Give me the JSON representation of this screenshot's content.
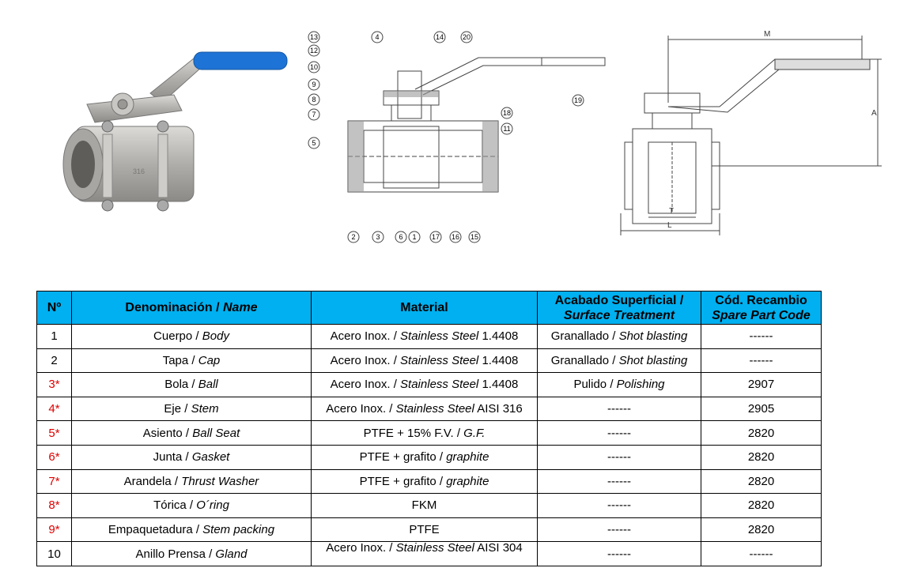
{
  "photo": {
    "handle_color": "#1e73d6",
    "body_color": "#b8b6b2",
    "marking": "316"
  },
  "section_view": {
    "callouts_left": [
      "13",
      "12",
      "10",
      "9",
      "8",
      "7",
      "5"
    ],
    "callouts_top": [
      "4",
      "14",
      "20"
    ],
    "callouts_right": [
      "19",
      "18",
      "11"
    ],
    "callouts_bottom": [
      "2",
      "3",
      "6",
      "1",
      "17",
      "16",
      "15"
    ]
  },
  "dimension_view": {
    "labels": [
      "M",
      "A",
      "T",
      "L"
    ]
  },
  "table": {
    "headers": {
      "no": "Nº",
      "name_es": "Denominación / ",
      "name_en": "Name",
      "material": "Material",
      "surface_es": "Acabado Superficial /",
      "surface_en": "Surface Treatment",
      "code_es": "Cód. Recambio",
      "code_en": "Spare Part Code"
    },
    "rows": [
      {
        "no": "1",
        "red": false,
        "name_es": "Cuerpo / ",
        "name_en": "Body",
        "mat_es": "Acero Inox. / ",
        "mat_en": "Stainless Steel",
        "mat_suffix": " 1.4408",
        "surf_es": "Granallado / ",
        "surf_en": "Shot blasting",
        "code": "------"
      },
      {
        "no": "2",
        "red": false,
        "name_es": "Tapa / ",
        "name_en": "Cap",
        "mat_es": "Acero Inox. / ",
        "mat_en": "Stainless Steel",
        "mat_suffix": " 1.4408",
        "surf_es": "Granallado / ",
        "surf_en": "Shot blasting",
        "code": "------"
      },
      {
        "no": "3*",
        "red": true,
        "name_es": "Bola / ",
        "name_en": "Ball",
        "mat_es": "Acero Inox. / ",
        "mat_en": "Stainless Steel",
        "mat_suffix": " 1.4408",
        "surf_es": "Pulido / ",
        "surf_en": "Polishing",
        "code": "2907"
      },
      {
        "no": "4*",
        "red": true,
        "name_es": "Eje / ",
        "name_en": "Stem",
        "mat_es": "Acero Inox. / ",
        "mat_en": "Stainless Steel",
        "mat_suffix": " AISI 316",
        "surf_es": "------",
        "surf_en": "",
        "code": "2905"
      },
      {
        "no": "5*",
        "red": true,
        "name_es": "Asiento / ",
        "name_en": "Ball Seat",
        "mat_es": "PTFE + 15% F.V. / ",
        "mat_en": "G.F.",
        "mat_suffix": "",
        "surf_es": "------",
        "surf_en": "",
        "code": "2820"
      },
      {
        "no": "6*",
        "red": true,
        "name_es": "Junta / ",
        "name_en": "Gasket",
        "mat_es": "PTFE +  grafito / ",
        "mat_en": "graphite",
        "mat_suffix": "",
        "surf_es": "------",
        "surf_en": "",
        "code": "2820"
      },
      {
        "no": "7*",
        "red": true,
        "name_es": "Arandela / ",
        "name_en": "Thrust Washer",
        "mat_es": "PTFE +  grafito / ",
        "mat_en": "graphite",
        "mat_suffix": "",
        "surf_es": "------",
        "surf_en": "",
        "code": "2820"
      },
      {
        "no": "8*",
        "red": true,
        "name_es": "Tórica / ",
        "name_en": "O´ring",
        "mat_es": "FKM",
        "mat_en": "",
        "mat_suffix": "",
        "surf_es": "------",
        "surf_en": "",
        "code": "2820"
      },
      {
        "no": "9*",
        "red": true,
        "name_es": "Empaquetadura / ",
        "name_en": "Stem packing",
        "mat_es": "PTFE",
        "mat_en": "",
        "mat_suffix": "",
        "surf_es": "------",
        "surf_en": "",
        "code": "2820"
      },
      {
        "no": "10",
        "red": false,
        "name_es": "Anillo Prensa / ",
        "name_en": "Gland",
        "mat_es": "Acero Inox. / ",
        "mat_en": "Stainless Steel",
        "mat_suffix": " AISI 304",
        "surf_es": "------",
        "surf_en": "",
        "code": "------"
      }
    ]
  }
}
